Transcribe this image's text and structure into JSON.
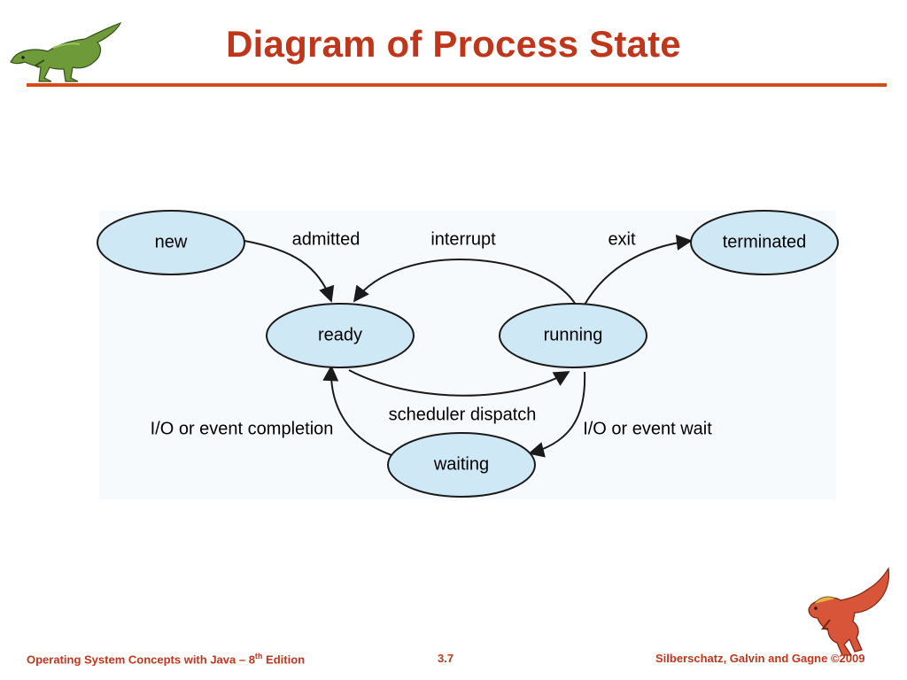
{
  "slide": {
    "title": "Diagram of Process State"
  },
  "diagram": {
    "states": {
      "new": "new",
      "ready": "ready",
      "running": "running",
      "terminated": "terminated",
      "waiting": "waiting"
    },
    "transitions": {
      "admitted": "admitted",
      "interrupt": "interrupt",
      "exit": "exit",
      "scheduler_dispatch": "scheduler dispatch",
      "io_event_wait": "I/O or event wait",
      "io_event_completion": "I/O or event completion"
    },
    "colors": {
      "state_fill": "#cfe8f5",
      "state_stroke": "#1a1a1a",
      "panel_bg": "#f7fafc"
    }
  },
  "footer": {
    "left_prefix": "Operating System Concepts  with Java – 8",
    "left_sup": "th",
    "left_suffix": " Edition",
    "page": "3.7",
    "right": "Silberschatz, Galvin and Gagne ©2009"
  },
  "icons": {
    "top_logo": "green-dinosaur-icon",
    "bottom_logo": "red-dinosaur-icon"
  }
}
